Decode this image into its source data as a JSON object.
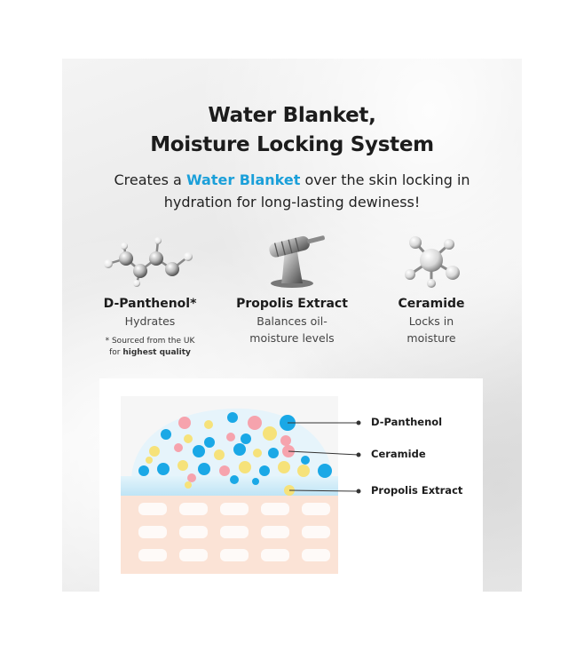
{
  "title": {
    "line1": "Water Blanket,",
    "line2": "Moisture Locking System"
  },
  "description": {
    "before": "Creates a ",
    "highlight": "Water Blanket",
    "after": " over the skin locking in",
    "line2": "hydration for long-lasting dewiness!"
  },
  "ingredients": [
    {
      "name": "D-Panthenol*",
      "effect_line1": "Hydrates",
      "icon": "molecule-chain-icon"
    },
    {
      "name": "Propolis Extract",
      "effect_line1": "Balances oil-",
      "effect_line2": "moisture levels",
      "icon": "honey-dipper-icon"
    },
    {
      "name": "Ceramide",
      "effect_line1": "Locks in",
      "effect_line2": "moisture",
      "icon": "molecule-cluster-icon"
    }
  ],
  "note": {
    "line1": "* Sourced from the UK",
    "line2_prefix": "for ",
    "line2_bold": "highest quality"
  },
  "diagram": {
    "labels": {
      "panthenol": "D-Panthenol",
      "ceramide": "Ceramide",
      "propolis": "Propolis Extract"
    },
    "colors": {
      "panthenol": "#1aa8e6",
      "ceramide": "#f6a3ad",
      "propolis": "#f6e27a",
      "water_layer": "#bfe4f5",
      "skin": "#fbe3d6"
    }
  },
  "colors": {
    "accent": "#1a9fd9"
  }
}
